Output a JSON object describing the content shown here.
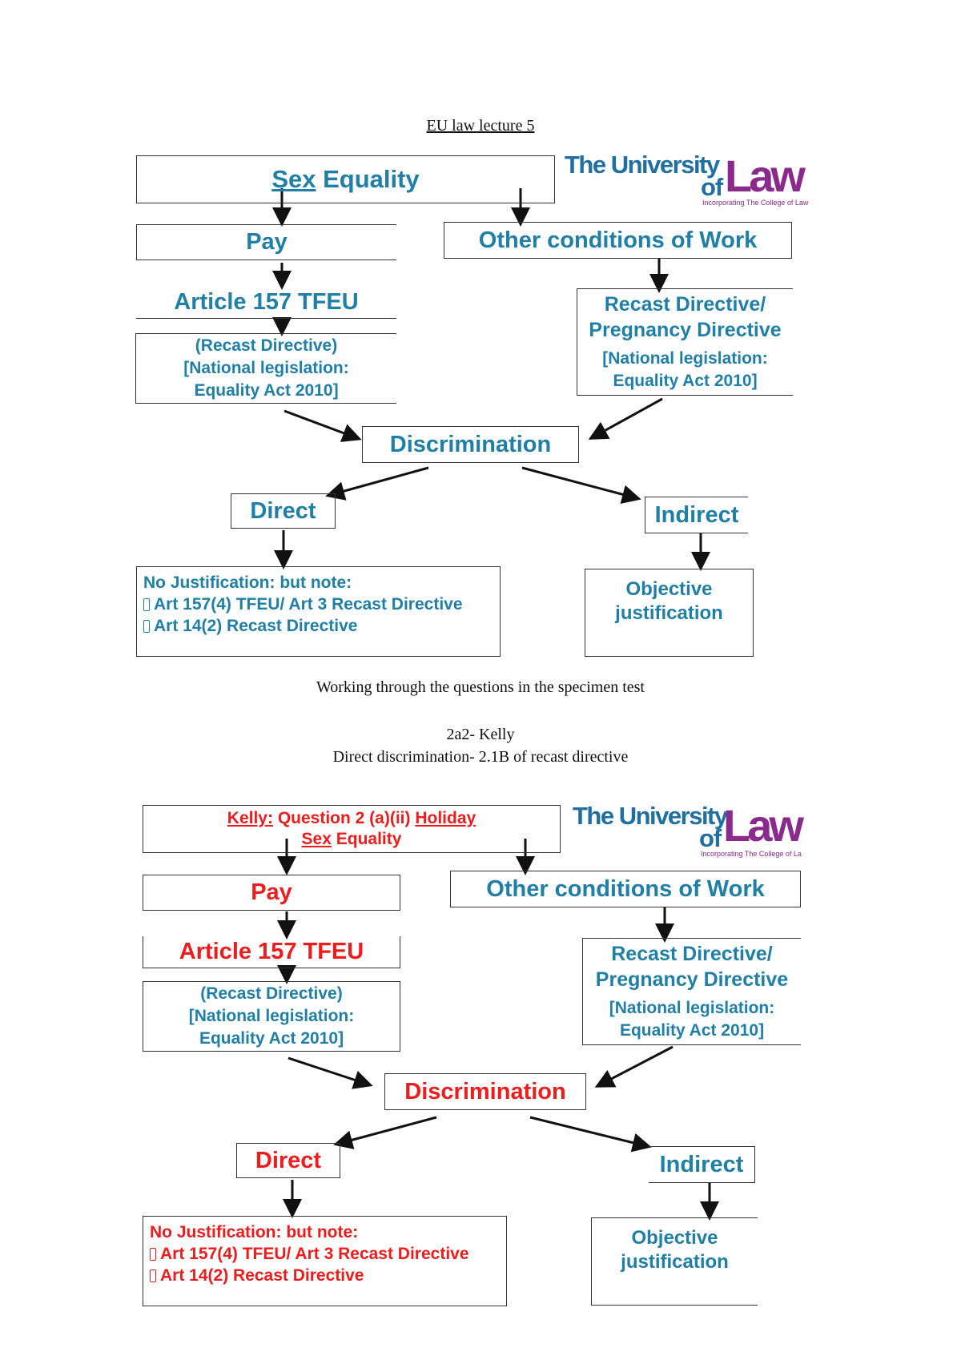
{
  "doc": {
    "heading": "EU law lecture 5",
    "line1": "Working through the questions in the specimen test",
    "line2": "2a2- Kelly",
    "line3": "Direct discrimination- 2.1B of recast directive"
  },
  "logo": {
    "the_university": "The University",
    "of": "of",
    "law": "Law",
    "tagline1": "Incorporating The College of Law",
    "tagline2": "Incorporating The College of La"
  },
  "slide1": {
    "sex": "Sex",
    "equality": " Equality",
    "pay": "Pay",
    "other": "Other conditions of Work",
    "article": "Article 157 TFEU",
    "recast_paren": "(Recast Directive)",
    "national1": "[National legislation:",
    "equality_act1": "Equality Act 2010]",
    "recast_preg1": "Recast Directive/",
    "recast_preg2": "Pregnancy Directive",
    "national2": "[National legislation:",
    "equality_act2": "Equality Act 2010]",
    "discrimination": "Discrimination",
    "direct": "Direct",
    "indirect": "Indirect",
    "no_just": "No Justification: but note:",
    "bullet1": "Art 157(4) TFEU/ Art 3 Recast Directive",
    "bullet2": "Art 14(2) Recast Directive",
    "objective1": "Objective",
    "objective2": "justification"
  },
  "slide2": {
    "kelly": "Kelly:",
    "question": " Question 2 (a)(ii) ",
    "holiday": "Holiday",
    "sex": "Sex",
    "equality": " Equality",
    "pay": "Pay",
    "other": "Other conditions of Work",
    "article": "Article 157 TFEU",
    "recast_paren": "(Recast Directive)",
    "national1": "[National legislation:",
    "equality_act1": "Equality Act 2010]",
    "recast_preg1": "Recast Directive/",
    "recast_preg2": "Pregnancy Directive",
    "national2": "[National legislation:",
    "equality_act2": "Equality Act 2010]",
    "discrimination": "Discrimination",
    "direct": "Direct",
    "indirect": "Indirect",
    "no_just": "No Justification: but note:",
    "bullet1": "Art 157(4) TFEU/ Art 3 Recast Directive",
    "bullet2": "Art 14(2) Recast Directive",
    "objective1": "Objective",
    "objective2": "justification"
  },
  "colors": {
    "teal": "#1f7fa6",
    "red": "#ee1c1c",
    "logo_blue": "#1f6fa0",
    "logo_purple": "#8a2a8c"
  }
}
